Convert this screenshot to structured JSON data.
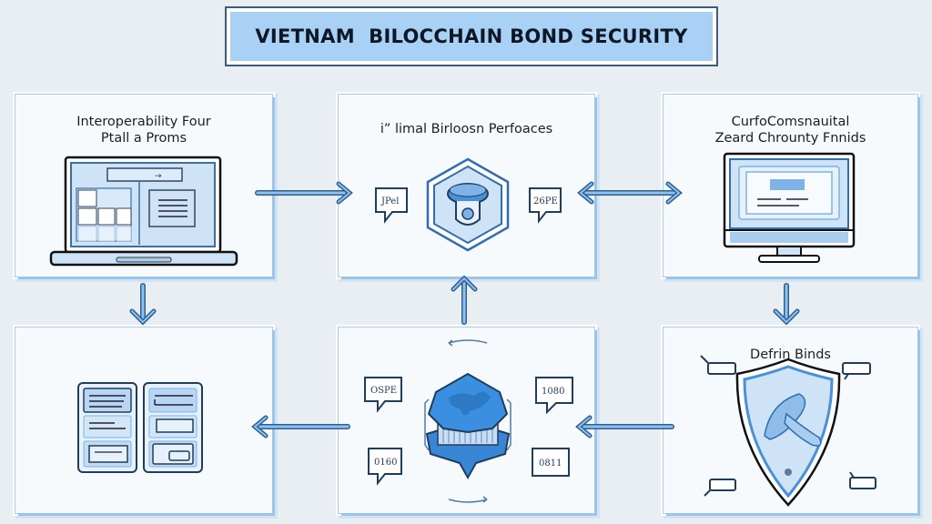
{
  "title": "VIETNAM  BILOCCHAIN BOND SECURITY",
  "colors": {
    "background": "#e9eef3",
    "title_fill": "#a9d0f5",
    "title_border": "#3d5a80",
    "panel_border": "#a9cdef",
    "accent_blue": "#4a90d9",
    "dark_outline": "#1f3d5c"
  },
  "panels": [
    {
      "id": "top-left",
      "title_lines": [
        "Interoperability Four",
        "Ptall a Proms"
      ],
      "icon": "laptop-icon"
    },
    {
      "id": "top-center",
      "title_lines": [
        "i” limal Birloosn Perfoaces"
      ],
      "icon": "hexagon-node-icon",
      "bubbles": [
        "JPel",
        "26PE"
      ]
    },
    {
      "id": "top-right",
      "title_lines": [
        "CurfoComsnauital",
        "Zeard Chrounty Fnnids"
      ],
      "icon": "monitor-icon"
    },
    {
      "id": "bottom-left",
      "title_lines": [],
      "icon": "document-list-icon"
    },
    {
      "id": "bottom-center",
      "title_lines": [],
      "icon": "blockchain-cube-icon",
      "bubbles": [
        "OSPE",
        "1080",
        "0160",
        "0811"
      ]
    },
    {
      "id": "bottom-right",
      "title_lines": [
        "Defrin Binds"
      ],
      "icon": "shield-icon"
    }
  ],
  "connectors": [
    {
      "from": "top-left",
      "to": "top-center",
      "direction": "right"
    },
    {
      "from": "top-center",
      "to": "top-right",
      "direction": "bidirectional"
    },
    {
      "from": "top-left",
      "to": "bottom-left",
      "direction": "down"
    },
    {
      "from": "bottom-center",
      "to": "top-center",
      "direction": "up"
    },
    {
      "from": "top-right",
      "to": "bottom-right",
      "direction": "down"
    },
    {
      "from": "bottom-center",
      "to": "bottom-left",
      "direction": "left"
    },
    {
      "from": "bottom-right",
      "to": "bottom-center",
      "direction": "left"
    }
  ]
}
